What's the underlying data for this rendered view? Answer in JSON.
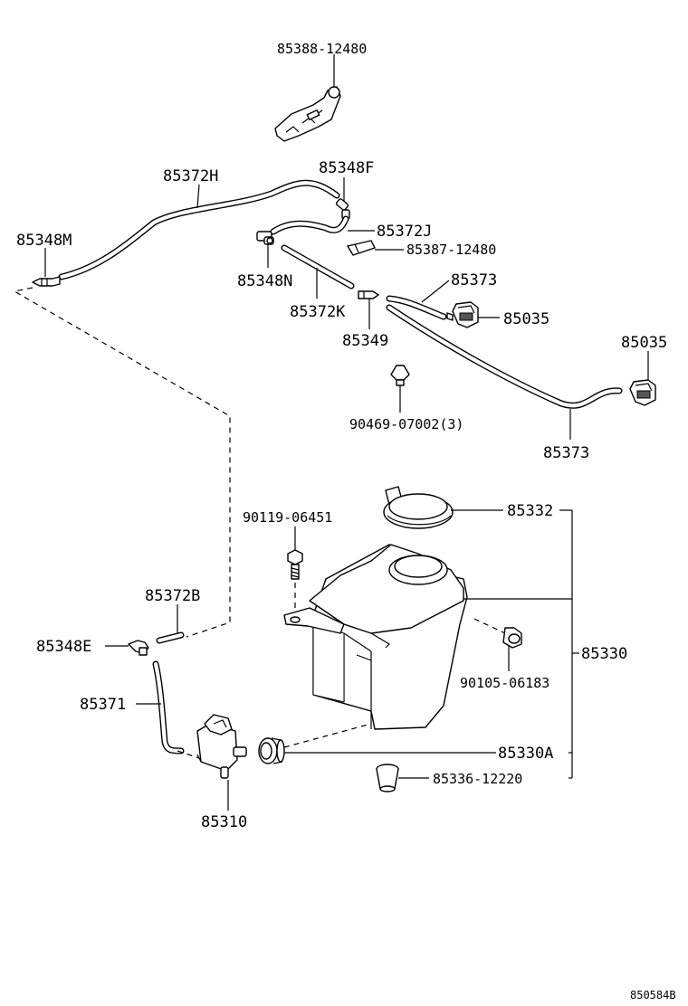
{
  "labels": {
    "p85388_12480": "85388-12480",
    "p85372H": "85372H",
    "p85348F": "85348F",
    "p85348M": "85348M",
    "p85372J": "85372J",
    "p85387_12480": "85387-12480",
    "p85348N": "85348N",
    "p85373_a": "85373",
    "p85372K": "85372K",
    "p85035_a": "85035",
    "p85349": "85349",
    "p85035_b": "85035",
    "p90469_07002": "90469-07002(3)",
    "p85373_b": "85373",
    "p85332": "85332",
    "p90119_06451": "90119-06451",
    "p85372B": "85372B",
    "p85348E": "85348E",
    "p85330": "85330",
    "p90105_06183": "90105-06183",
    "p85371": "85371",
    "p85330A": "85330A",
    "p85336_12220": "85336-12220",
    "p85310": "85310"
  },
  "diagram_ref": "850584B"
}
